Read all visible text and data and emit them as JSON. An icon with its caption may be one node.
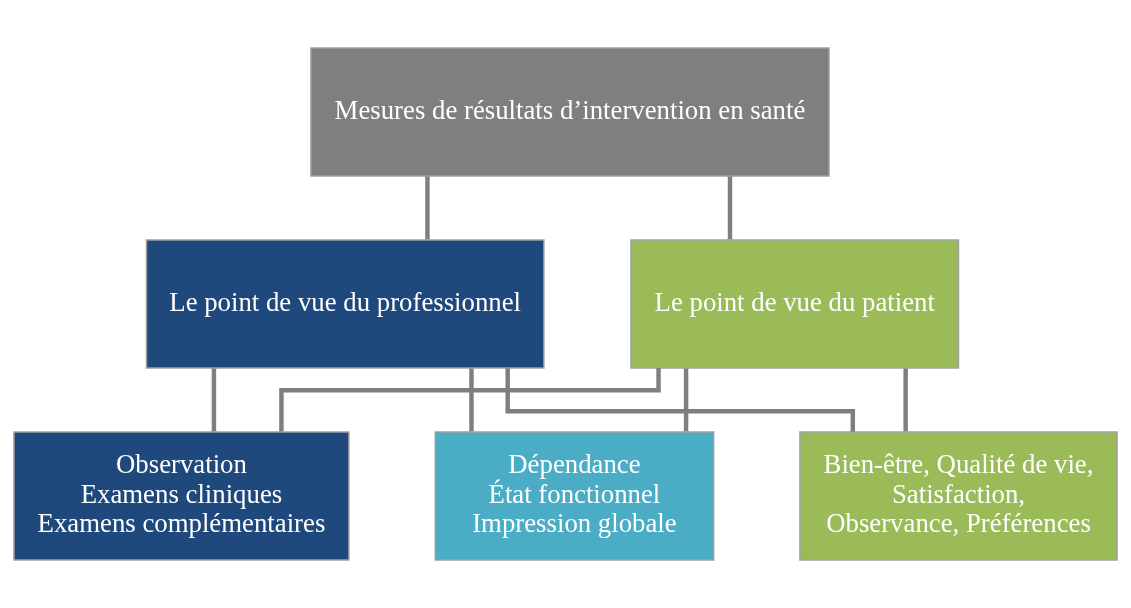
{
  "diagram": {
    "nodes": [
      {
        "text": [
          "Mesures de résultats d’intervention en santé"
        ]
      },
      {
        "text": [
          "Le point de vue du professionnel"
        ]
      },
      {
        "text": [
          "Le point de vue du patient"
        ]
      },
      {
        "text": [
          "Observation",
          "Examens cliniques",
          "Examens complémentaires"
        ]
      },
      {
        "text": [
          "Dépendance",
          "État fonctionnel",
          "Impression globale"
        ]
      },
      {
        "text": [
          "Bien-être, Qualité de vie,",
          "Satisfaction,",
          "Observance, Préférences"
        ]
      }
    ],
    "edges": [
      {
        "from": 0,
        "to": 1,
        "arrow": "none"
      },
      {
        "from": 0,
        "to": 2,
        "arrow": "none"
      },
      {
        "from": 1,
        "to": 3,
        "arrow": "none"
      },
      {
        "from": 1,
        "to": 4,
        "arrow": "none"
      },
      {
        "from": 1,
        "to": 5,
        "arrow": "none"
      },
      {
        "from": 2,
        "to": 3,
        "arrow": "none"
      },
      {
        "from": 2,
        "to": 4,
        "arrow": "none"
      },
      {
        "from": 2,
        "to": 5,
        "arrow": "none"
      }
    ]
  }
}
